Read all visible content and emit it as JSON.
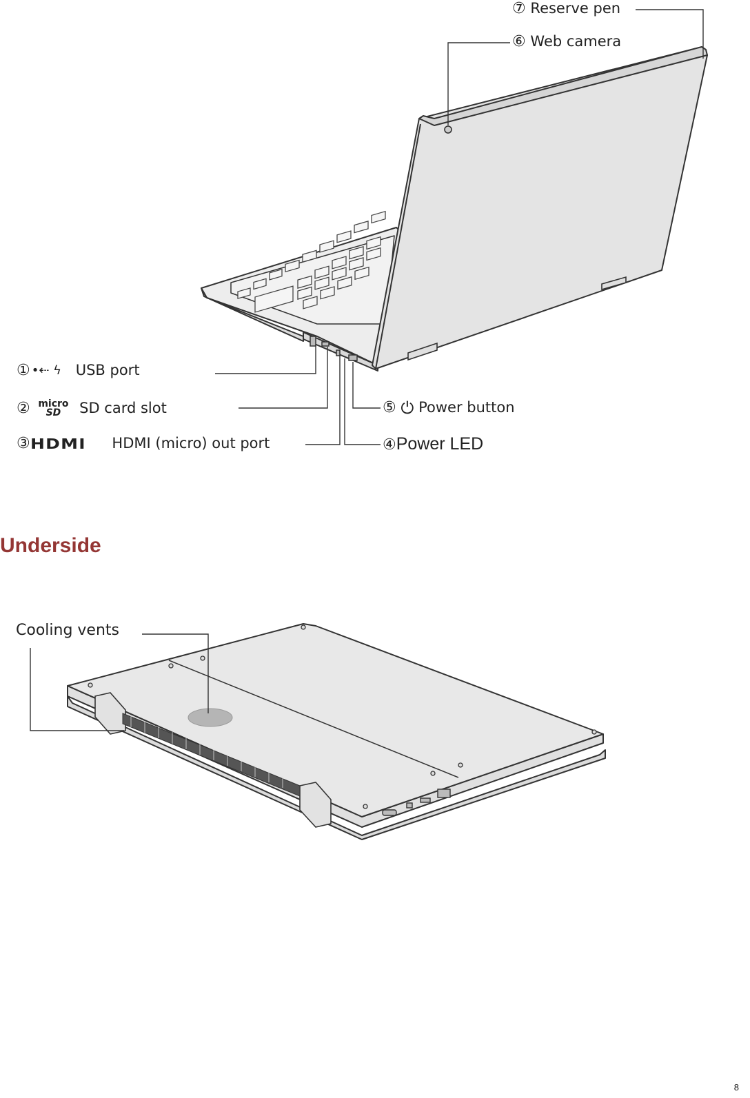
{
  "top_figure": {
    "callouts": [
      {
        "number": "①",
        "icon": "usb-charge-icon",
        "text": "USB port"
      },
      {
        "number": "②",
        "icon": "microsd-logo-icon",
        "text": "SD card slot"
      },
      {
        "number": "③",
        "icon": "hdmi-logo-icon",
        "text": "HDMI (micro) out port"
      },
      {
        "number": "④",
        "icon": "",
        "text": "Power LED"
      },
      {
        "number": "⑤",
        "icon": "power-icon",
        "text": "Power button"
      },
      {
        "number": "⑥",
        "icon": "",
        "text": "Web camera"
      },
      {
        "number": "⑦",
        "icon": "",
        "text": "Reserve pen"
      }
    ],
    "icon_glyphs": {
      "usb": "•⇠ ϟ",
      "microsd_top": "micro",
      "microsd_bottom": "SD",
      "hdmi": "HDMI",
      "power": "⏻"
    }
  },
  "section": {
    "heading": "Underside",
    "heading_color": "#943634"
  },
  "bottom_figure": {
    "callouts": [
      {
        "text": "Cooling vents"
      }
    ]
  },
  "footer": {
    "page_number": "8"
  }
}
